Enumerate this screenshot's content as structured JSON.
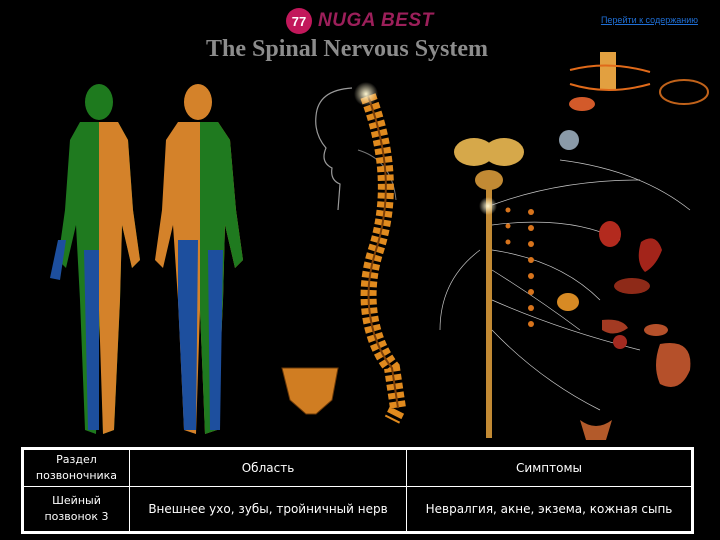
{
  "brand": {
    "mark": "77",
    "name": "NUGA BEST"
  },
  "nav": {
    "link_label": "Перейти к содержанию"
  },
  "poster": {
    "title": "The Spinal Nervous System"
  },
  "colors": {
    "background": "#000000",
    "brand": "#9c1f5a",
    "link": "#1f6fd6",
    "spine": "#e08a1e"
  },
  "table": {
    "headers": [
      "Раздел позвоночника",
      "Область",
      "Симптомы"
    ],
    "rows": [
      [
        "Шейный позвонок 3",
        "Внешнее ухо, зубы, тройничный нерв",
        "Невралгия, акне, экзема, кожная сыпь"
      ]
    ]
  }
}
